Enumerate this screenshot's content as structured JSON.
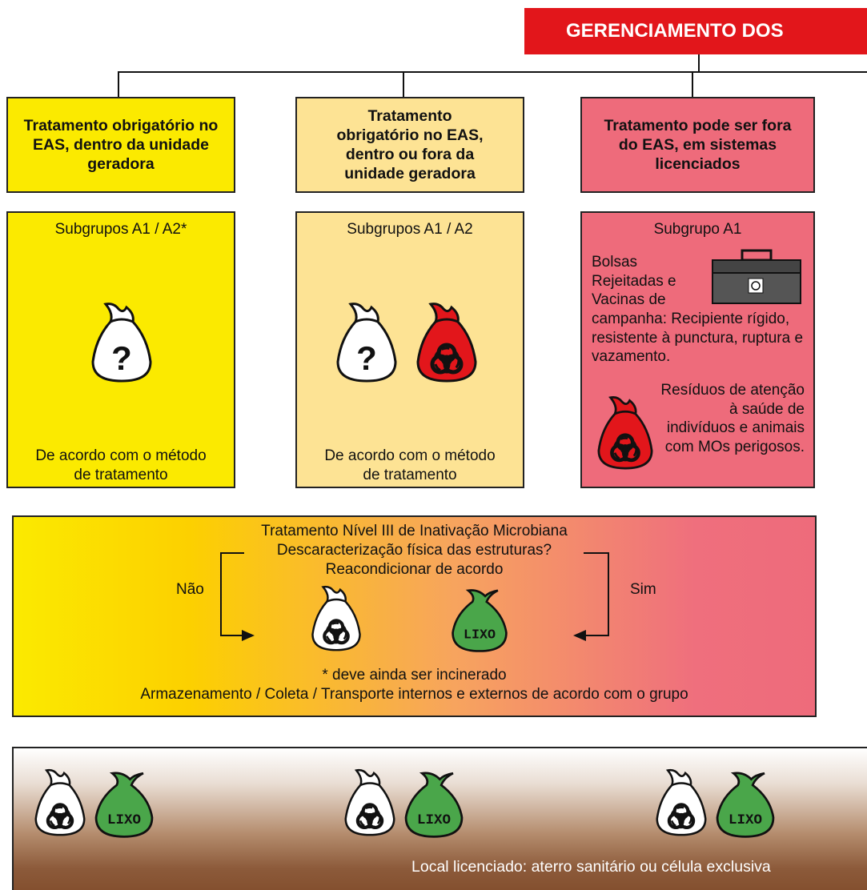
{
  "header": {
    "title": "GERENCIAMENTO DOS"
  },
  "categories": [
    {
      "title": "Tratamento obrigatório no EAS, dentro da unidade geradora"
    },
    {
      "title": "Tratamento obrigatório no EAS, dentro ou fora da unidade geradora"
    },
    {
      "title": "Tratamento pode ser fora do EAS, em sistemas licenciados"
    }
  ],
  "subgroups": [
    {
      "label": "Subgrupos A1 / A2*",
      "note": "De acordo com o método de tratamento"
    },
    {
      "label": "Subgrupos A1 / A2",
      "note": "De acordo com o método de tratamento"
    },
    {
      "label": "Subgrupo A1",
      "text1": "Bolsas Rejeitadas e Vacinas de",
      "text2": "campanha: Recipiente rígido, resistente à punctura, ruptura e vazamento.",
      "text3": "Resíduos de atenção à saúde de indivíduos e animais com MOs perigosos."
    }
  ],
  "treatment": {
    "line1": "Tratamento Nível III de Inativação Microbiana",
    "line2": "Descaracterização física das estruturas?",
    "line3": "Reacondicionar de acordo",
    "no_label": "Não",
    "yes_label": "Sim",
    "footnote": "* deve ainda ser incinerado",
    "bottom": "Armazenamento / Coleta / Transporte internos e externos de acordo com o grupo"
  },
  "landfill": {
    "caption": "Local licenciado: aterro sanitário ou célula exclusiva"
  },
  "icons": {
    "question_mark": "?",
    "lixo_label": "LIXO"
  },
  "colors": {
    "red": "#e2161b",
    "yellow": "#fbea00",
    "pale_yellow": "#fde394",
    "pink": "#ee6b7b",
    "green": "#4aa64a"
  }
}
